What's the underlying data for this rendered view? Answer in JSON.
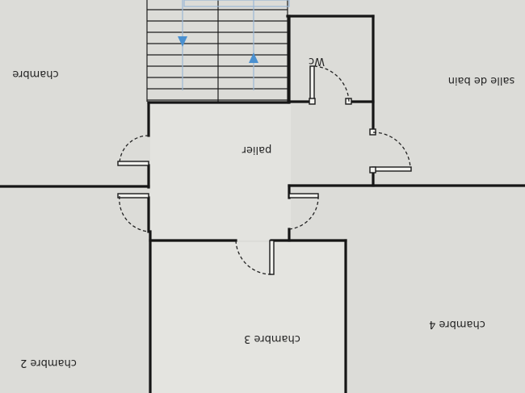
{
  "rooms": {
    "chambre_top_left": "chambre",
    "salle_de_bain": "salle de bain",
    "wc": "Wc",
    "palier": "palier",
    "chambre_3": "chambre 3",
    "chambre_4": "chambre 4",
    "chambre_2": "chambre 2"
  },
  "colors": {
    "paper": "#dcdcd8",
    "wall": "#161616",
    "stair_arrow": "#4a90d0"
  },
  "icons": {
    "stair_direction": "arrow-up-icon"
  }
}
